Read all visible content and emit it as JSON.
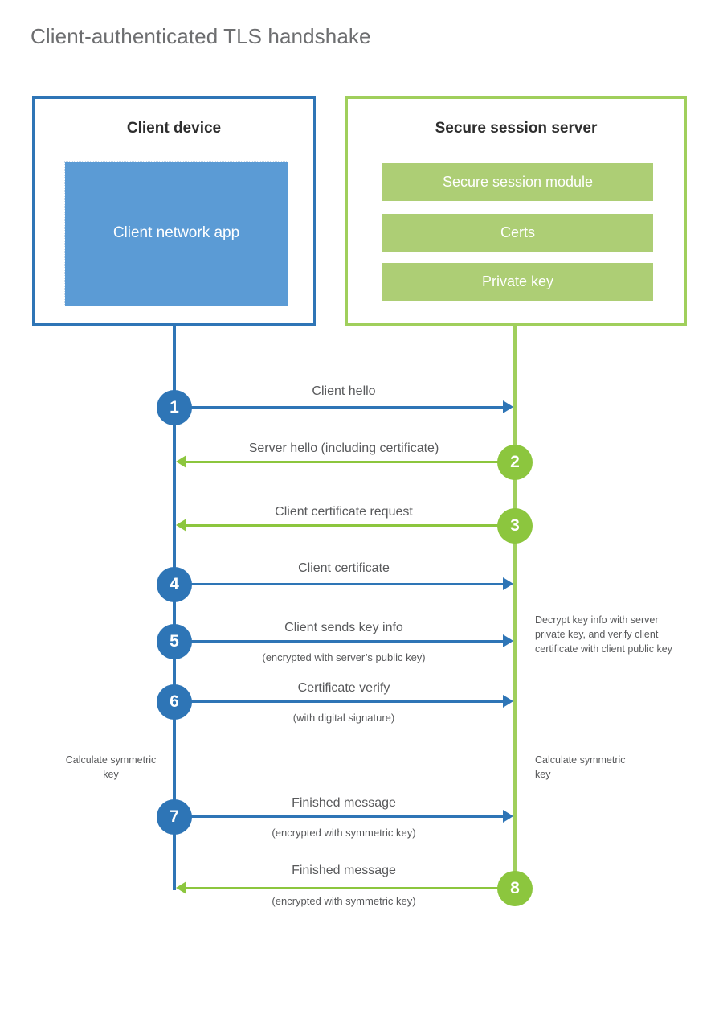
{
  "title": "Client-authenticated TLS handshake",
  "colors": {
    "client_blue": "#2e75b6",
    "client_app_fill": "#5b9bd5",
    "server_green": "#a0cf5c",
    "server_item_fill": "#adce75",
    "step_green": "#8cc63e",
    "text_gray": "#58595b",
    "title_gray": "#6d6e70"
  },
  "client_panel": {
    "title": "Client device",
    "app_label": "Client network app"
  },
  "server_panel": {
    "title": "Secure session server",
    "items": [
      {
        "label": "Secure session module"
      },
      {
        "label": "Certs"
      },
      {
        "label": "Private key"
      }
    ]
  },
  "steps": [
    {
      "number": "1",
      "origin": "client",
      "direction": "to-server",
      "label": "Client hello",
      "sub": ""
    },
    {
      "number": "2",
      "origin": "server",
      "direction": "to-client",
      "label": "Server hello (including certificate)",
      "sub": ""
    },
    {
      "number": "3",
      "origin": "server",
      "direction": "to-client",
      "label": "Client certificate request",
      "sub": ""
    },
    {
      "number": "4",
      "origin": "client",
      "direction": "to-server",
      "label": "Client certificate",
      "sub": ""
    },
    {
      "number": "5",
      "origin": "client",
      "direction": "to-server",
      "label": "Client sends key info",
      "sub": "(encrypted with server’s public key)"
    },
    {
      "number": "6",
      "origin": "client",
      "direction": "to-server",
      "label": "Certificate verify",
      "sub": "(with digital signature)"
    },
    {
      "number": "7",
      "origin": "client",
      "direction": "to-server",
      "label": "Finished message",
      "sub": "(encrypted with symmetric key)"
    },
    {
      "number": "8",
      "origin": "server",
      "direction": "to-client",
      "label": "Finished message",
      "sub": "(encrypted with symmetric key)"
    }
  ],
  "notes": {
    "decrypt": "Decrypt key info with server private key, and verify client certificate with client public key",
    "calculate_client": "Calculate symmetric key",
    "calculate_server": "Calculate symmetric key"
  }
}
